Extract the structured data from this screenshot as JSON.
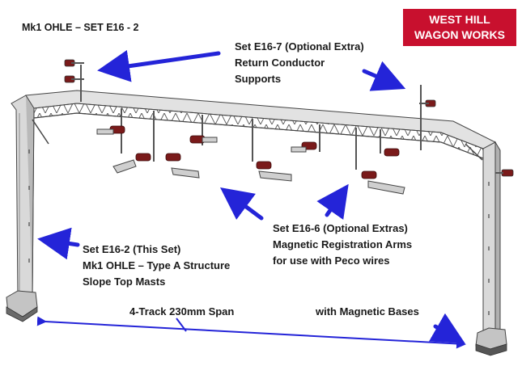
{
  "title": "Mk1 OHLE – SET E16 - 2",
  "brand": {
    "line1": "WEST HILL",
    "line2": "WAGON WORKS",
    "color": "#c8102e"
  },
  "callouts": {
    "e16_7": {
      "line1": "Set E16-7 (Optional Extra)",
      "line2": "Return Conductor",
      "line3": "Supports"
    },
    "e16_6": {
      "line1": "Set E16-6 (Optional Extras)",
      "line2": "Magnetic Registration Arms",
      "line3": "for use with Peco wires"
    },
    "e16_2": {
      "line1": "Set E16-2 (This Set)",
      "line2": "Mk1 OHLE – Type A Structure",
      "line3": "Slope Top Masts"
    },
    "span": "4-Track 230mm Span",
    "bases": "with Magnetic Bases"
  },
  "colors": {
    "arrow": "#2424d8",
    "insulator": "#7a1a1a",
    "steel": "#d6d6d6",
    "outline": "#444444"
  }
}
